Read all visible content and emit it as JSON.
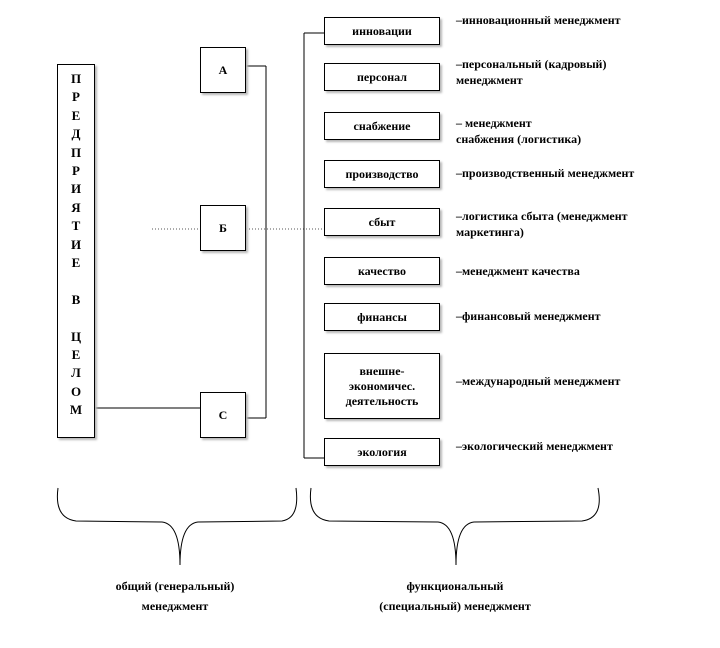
{
  "enterprise_letters": [
    "П",
    "Р",
    "Е",
    "Д",
    "П",
    "Р",
    "И",
    "Я",
    "Т",
    "И",
    "Е",
    "",
    "В",
    "",
    "Ц",
    "Е",
    "Л",
    "О",
    "М"
  ],
  "levels": [
    "А",
    "Б",
    "С"
  ],
  "functions": [
    {
      "name": "инновации",
      "desc": "–инновационный менеджмент"
    },
    {
      "name": "персонал",
      "desc": "–персональный  (кадровый)\nменеджмент"
    },
    {
      "name": "снабжение",
      "desc": "– менеджмент\nснабжения (логистика)"
    },
    {
      "name": "производство",
      "desc": "–производственный менеджмент"
    },
    {
      "name": "сбыт",
      "desc": "–логистика сбыта (менеджмент\nмаркетинга)"
    },
    {
      "name": "качество",
      "desc": "–менеджмент качества"
    },
    {
      "name": "финансы",
      "desc": "–финансовый менеджмент"
    },
    {
      "name": "внешне-\nэкономичес.\nдеятельность",
      "desc": "–международный менеджмент"
    },
    {
      "name": "экология",
      "desc": "–экологический менеджмент"
    }
  ],
  "captions": {
    "general": "общий (генеральный)\nменеджмент",
    "functional": "функциональный\n(специальный) менеджмент"
  }
}
